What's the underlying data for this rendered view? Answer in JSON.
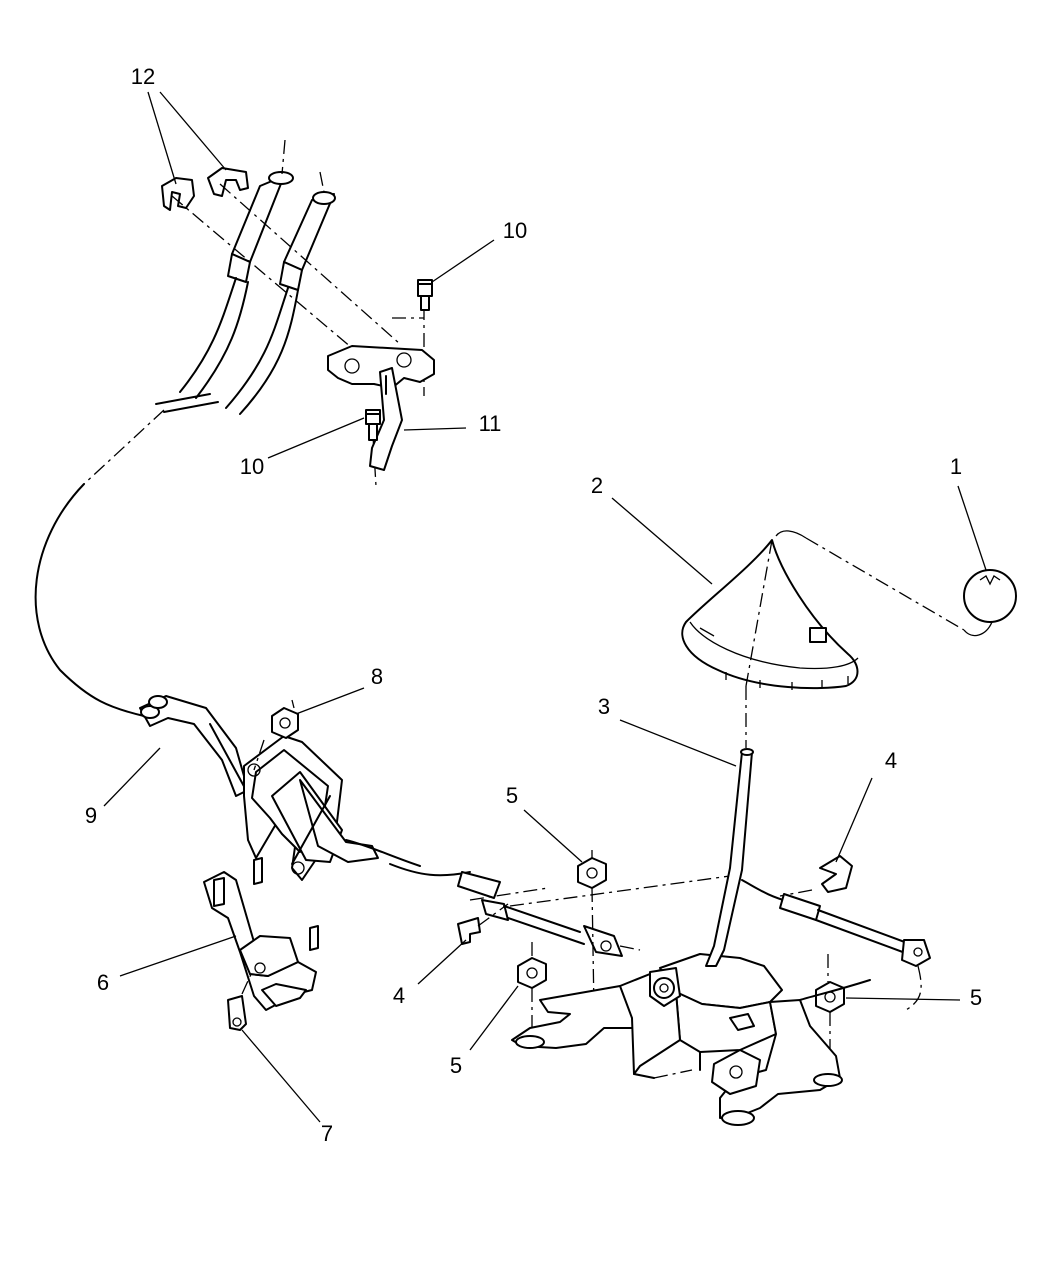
{
  "callouts": [
    {
      "id": "c1",
      "text": "1"
    },
    {
      "id": "c2",
      "text": "2"
    },
    {
      "id": "c3",
      "text": "3"
    },
    {
      "id": "c4a",
      "text": "4"
    },
    {
      "id": "c4b",
      "text": "4"
    },
    {
      "id": "c5a",
      "text": "5"
    },
    {
      "id": "c5b",
      "text": "5"
    },
    {
      "id": "c5c",
      "text": "5"
    },
    {
      "id": "c6",
      "text": "6"
    },
    {
      "id": "c7",
      "text": "7"
    },
    {
      "id": "c8",
      "text": "8"
    },
    {
      "id": "c9",
      "text": "9"
    },
    {
      "id": "c10a",
      "text": "10"
    },
    {
      "id": "c10b",
      "text": "10"
    },
    {
      "id": "c11",
      "text": "11"
    },
    {
      "id": "c12",
      "text": "12"
    }
  ]
}
